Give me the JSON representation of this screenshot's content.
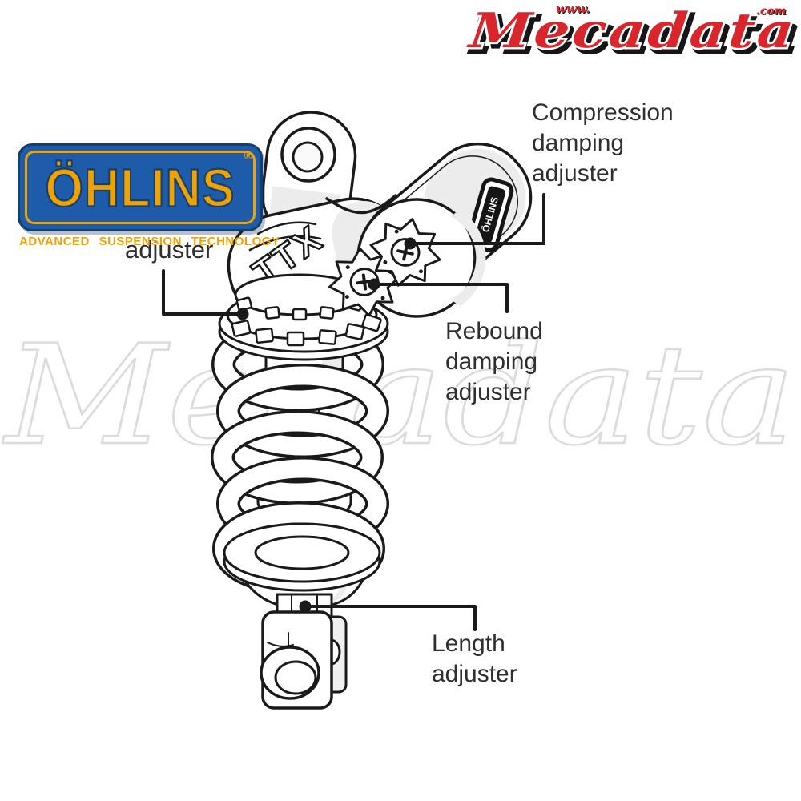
{
  "watermark": {
    "text": "Mecadata",
    "color": "#dcdcdc"
  },
  "header_logo": {
    "www": "www.",
    "name": "Mecadata",
    "com": ".com",
    "red": "#d8262c",
    "outline": "#161616"
  },
  "ohlins_logo": {
    "name": "ÖHLINS",
    "registered": "®",
    "tagline": "ADVANCED SUSPENSION TECHNOLOGY",
    "blue": "#1e5ca9",
    "gold": "#f0a202",
    "outline": "#13406f"
  },
  "diagram": {
    "body_marking": "TTX",
    "sticker_text": "ÖHLINS",
    "line_color": "#1a1a1a",
    "label_color": "#2f2f2f",
    "labels": {
      "spring_preload": {
        "lines": [
          "adjuster"
        ]
      },
      "compression": {
        "lines": [
          "Compression",
          "damping",
          "adjuster"
        ]
      },
      "rebound": {
        "lines": [
          "Rebound",
          "damping",
          "adjuster"
        ]
      },
      "length": {
        "lines": [
          "Length",
          "adjuster"
        ]
      }
    }
  }
}
